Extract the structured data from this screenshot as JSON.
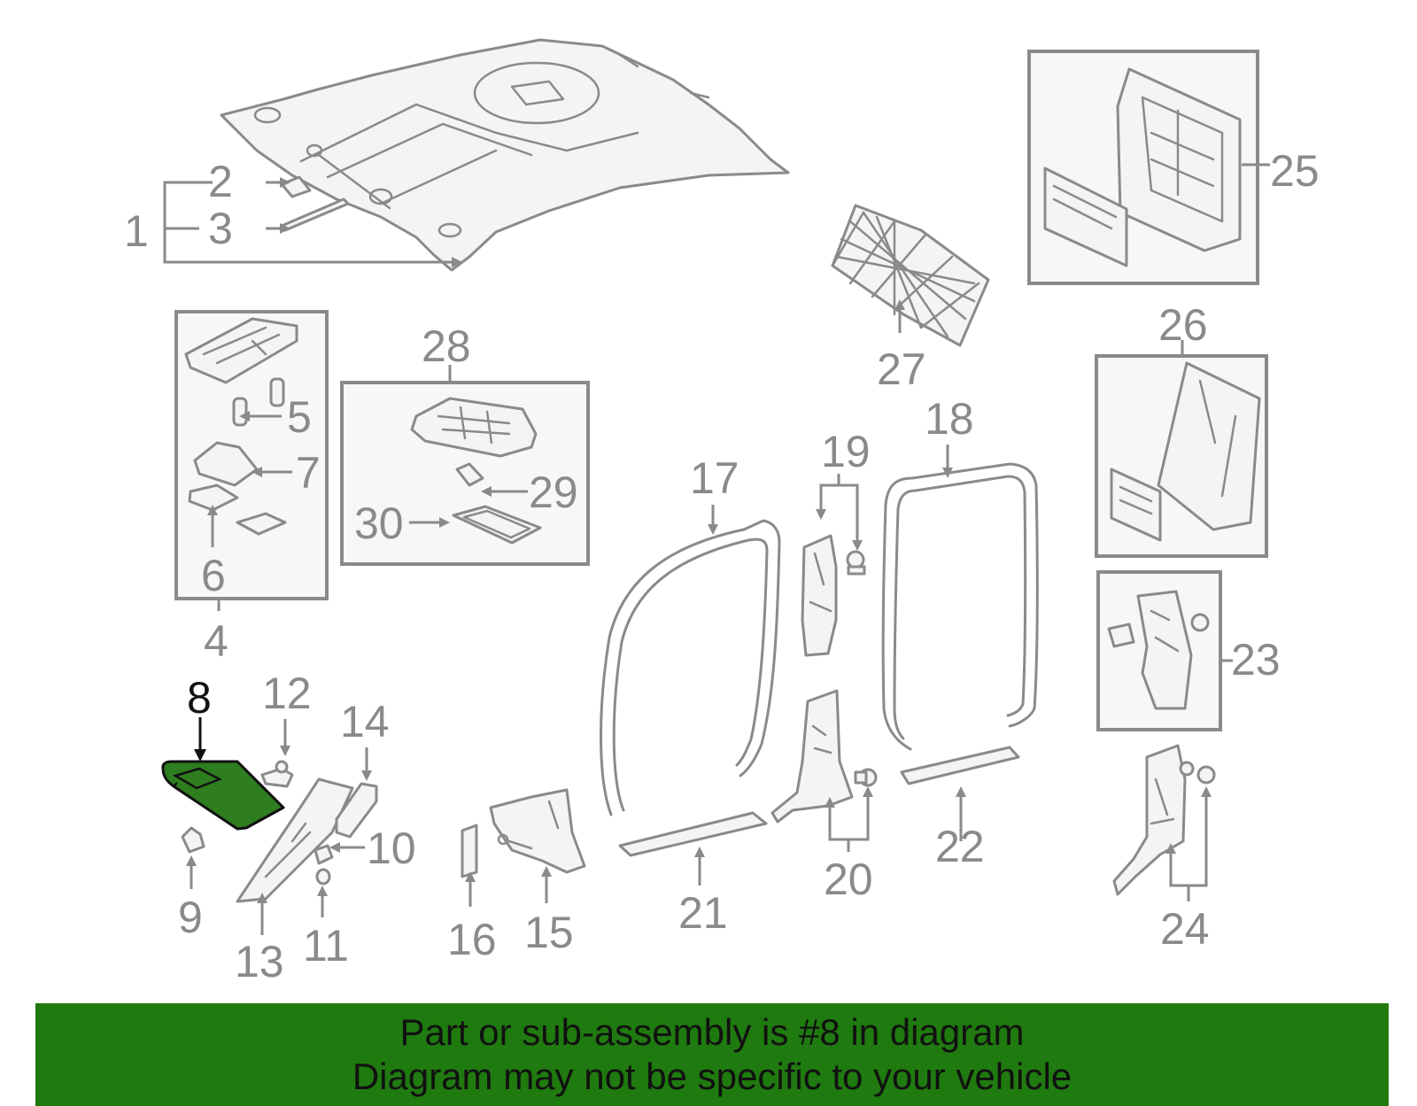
{
  "banner": {
    "line1": "Part or sub-assembly is #8 in diagram",
    "line2": "Diagram may not be specific to your vehicle"
  },
  "colors": {
    "highlight_part": "#2e7d1e",
    "banner_background": "#1f7a0f",
    "line_art": "#8a8a8a"
  },
  "highlighted_callout": "8",
  "callouts": [
    "1",
    "2",
    "3",
    "4",
    "5",
    "6",
    "7",
    "8",
    "9",
    "10",
    "11",
    "12",
    "13",
    "14",
    "15",
    "16",
    "17",
    "18",
    "19",
    "20",
    "21",
    "22",
    "23",
    "24",
    "25",
    "26",
    "27",
    "28",
    "29",
    "30"
  ]
}
